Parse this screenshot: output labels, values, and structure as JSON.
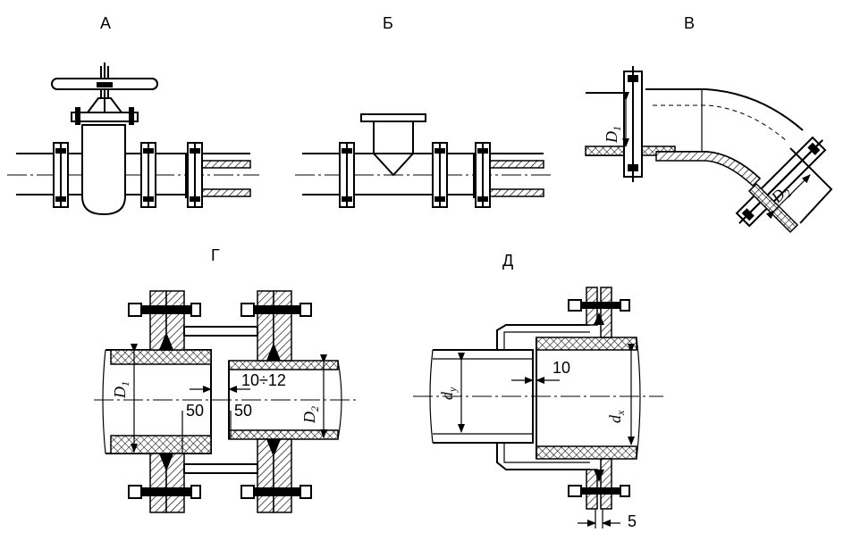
{
  "labels": {
    "a": "А",
    "b": "Б",
    "v": "В",
    "g": "Г",
    "d": "Д"
  },
  "dims": {
    "g_gap": "10÷12",
    "g_left_len": "50",
    "g_right_len": "50",
    "d_gap": "10",
    "d_flange": "5",
    "g_D1_main": "D",
    "g_D1_sub": "1",
    "g_D2_main": "D",
    "g_D2_sub": "2",
    "v_D1_main": "D",
    "v_D1_sub": "1",
    "v_D2_main": "D",
    "v_D2_sub": "2",
    "d_dy_main": "d",
    "d_dy_sub": "y",
    "d_dx_main": "d",
    "d_dx_sub": "x"
  }
}
